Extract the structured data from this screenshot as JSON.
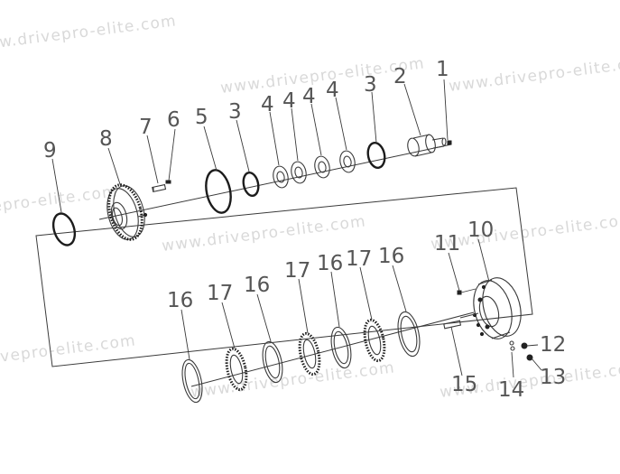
{
  "watermark": {
    "text": "www.drivepro-elite.com"
  },
  "callouts": {
    "c1": "1",
    "c2": "2",
    "c3a": "3",
    "c3b": "3",
    "c4a": "4",
    "c4b": "4",
    "c4c": "4",
    "c4d": "4",
    "c5": "5",
    "c6": "6",
    "c7": "7",
    "c8": "8",
    "c9": "9",
    "c10": "10",
    "c11": "11",
    "c12": "12",
    "c13": "13",
    "c14": "14",
    "c15": "15",
    "c16a": "16",
    "c16b": "16",
    "c16c": "16",
    "c16d": "16",
    "c17a": "17",
    "c17b": "17",
    "c17c": "17"
  }
}
